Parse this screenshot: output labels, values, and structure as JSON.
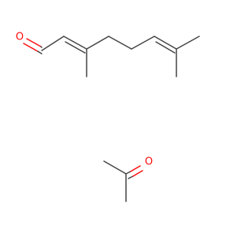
{
  "molecules": [
    {
      "atoms": [
        {
          "symbol": "O",
          "label": "O",
          "color": "#ff0d0d"
        }
      ]
    },
    {
      "atoms": [
        {
          "symbol": "O",
          "label": "O",
          "color": "#ff0d0d"
        }
      ]
    }
  ],
  "colors": {
    "bond": "#444444",
    "oxygen": "#ff0d0d",
    "background": "#ffffff"
  }
}
